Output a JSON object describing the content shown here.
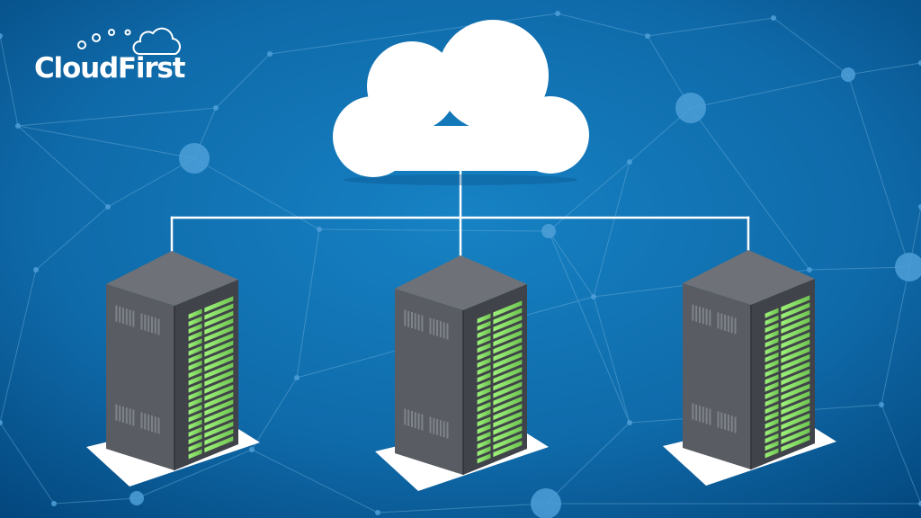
{
  "logo": {
    "name": "CloudFirst"
  },
  "diagram": {
    "nodes": [
      {
        "id": "cloud",
        "kind": "cloud",
        "icon": "cloud-icon"
      },
      {
        "id": "server-left",
        "kind": "server-rack",
        "icon": "server-rack-icon"
      },
      {
        "id": "server-center",
        "kind": "server-rack",
        "icon": "server-rack-icon"
      },
      {
        "id": "server-right",
        "kind": "server-rack",
        "icon": "server-rack-icon"
      }
    ],
    "edges": [
      {
        "from": "cloud",
        "to": "server-left"
      },
      {
        "from": "cloud",
        "to": "server-center"
      },
      {
        "from": "cloud",
        "to": "server-right"
      }
    ]
  },
  "colors": {
    "background": "#0f73b4",
    "background_edge": "#04487f",
    "cloud": "#ffffff",
    "connector": "#ffffff",
    "rack_top": "#6e7177",
    "rack_left": "#595c62",
    "rack_right": "#404349",
    "rack_slot": "#8be26a",
    "rack_slot_dark": "#34383d",
    "vent": "#7e838a",
    "network_line": "#6eb0db",
    "network_node": "#4d9fd8"
  }
}
